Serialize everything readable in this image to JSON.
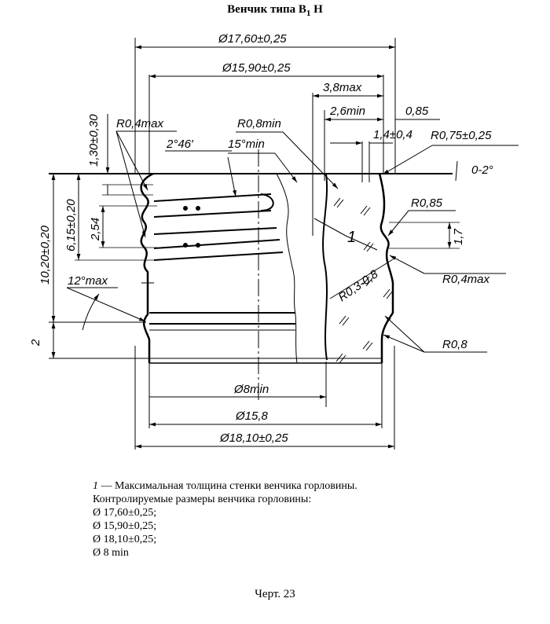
{
  "title": {
    "text": "Венчик типа B",
    "sub": "1",
    "suffix": " H"
  },
  "dimensions": {
    "d_17_60": "Ø17,60±0,25",
    "d_15_90": "Ø15,90±0,25",
    "d_3_8": "3,8max",
    "d_2_6": "2,6min",
    "d_0_85": "0,85",
    "d_1_4": "1,4±0,4",
    "r_0_75": "R0,75±0,25",
    "r_0_4_top": "R0,4max",
    "r_0_8_min": "R0,8min",
    "angle_2_46": "2°46′",
    "angle_15": "15°min",
    "angle_0_2": "0-2°",
    "v_1_30": "1,30±0,30",
    "v_6_15": "6,15±0,20",
    "v_10_20": "10,20±0,20",
    "v_2_54": "2,54",
    "r_0_85": "R0,85",
    "v_1_7": "1,7",
    "ref_1": "1",
    "r_0_3": "R0,3-0,8",
    "r_0_4_right": "R0,4max",
    "angle_12": "12°max",
    "v_2": "2",
    "r_0_8": "R0,8",
    "d_8": "Ø8min",
    "d_15_8": "Ø15,8",
    "d_18_10": "Ø18,10±0,25"
  },
  "notes": {
    "lead_num": "1",
    "lead_text": " — Максимальная толщина стенки венчика горловины.",
    "controlled": "Контролируемые размеры венчика горловины:",
    "items": [
      "Ø 17,60±0,25;",
      "Ø 15,90±0,25;",
      "Ø 18,10±0,25;",
      "Ø 8 min"
    ]
  },
  "caption": "Черт. 23"
}
